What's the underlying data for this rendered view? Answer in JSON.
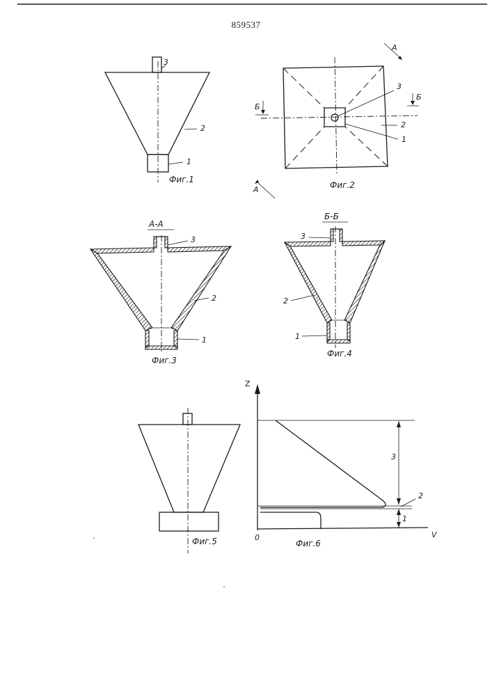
{
  "document": {
    "number": "859537"
  },
  "figures": {
    "fig1": {
      "caption": "Фиг.1",
      "labels": [
        "3",
        "2",
        "1"
      ]
    },
    "fig2": {
      "caption": "Фиг.2",
      "labels": [
        "3",
        "2",
        "1"
      ],
      "section_marks": [
        "А",
        "А",
        "Б",
        "Б"
      ]
    },
    "fig3": {
      "caption": "Фиг.3",
      "section_title": "А-А",
      "labels": [
        "3",
        "2",
        "1"
      ]
    },
    "fig4": {
      "caption": "Фиг.4",
      "section_title": "Б-Б",
      "labels": [
        "3",
        "2",
        "1"
      ]
    },
    "fig5": {
      "caption": "Фиг.5"
    },
    "fig6": {
      "caption": "Фиг.6",
      "axis_z": "Z",
      "axis_v": "V",
      "origin": "0",
      "zone_labels": [
        "3",
        "2",
        "1"
      ]
    }
  }
}
